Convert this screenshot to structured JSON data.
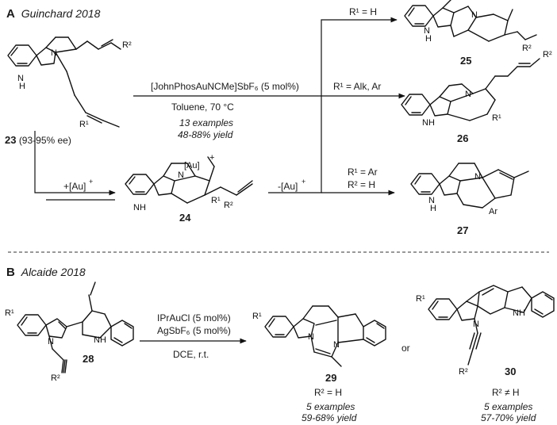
{
  "section_a": {
    "letter": "A",
    "title": "Guinchard 2018",
    "start_label": "23",
    "start_ee": "(93-95% ee)",
    "catalyst": "[JohnPhosAuNCMe]SbF₆ (5 mol%)",
    "conditions": "Toluene, 70 °C",
    "examples": "13 examples",
    "yield": "48-88% yield",
    "add_au": "+[Au]",
    "remove_au": "-[Au]",
    "intermediate_label": "24",
    "branch_1_cond": "R¹ = H",
    "branch_2_cond": "R¹ = Alk, Ar",
    "branch_3_cond_1": "R¹ = Ar",
    "branch_3_cond_2": "R² = H",
    "product_1_label": "25",
    "product_2_label": "26",
    "product_3_label": "27"
  },
  "section_b": {
    "letter": "B",
    "title": "Alcaide 2018",
    "start_label": "28",
    "reagent_1": "IPrAuCl (5 mol%)",
    "reagent_2": "AgSbF₆ (5 mol%)",
    "conditions": "DCE, r.t.",
    "or": "or",
    "product_1_label": "29",
    "product_1_cond": "R² = H",
    "product_1_examples": "5 examples",
    "product_1_yield": "59-68% yield",
    "product_2_label": "30",
    "product_2_cond": "R² ≠ H",
    "product_2_examples": "5 examples",
    "product_2_yield": "57-70% yield"
  },
  "atoms": {
    "nh": "NH",
    "n": "N",
    "h": "H",
    "r1": "R¹",
    "r2": "R²",
    "ar": "Ar",
    "au": "[Au]",
    "plus": "+"
  }
}
